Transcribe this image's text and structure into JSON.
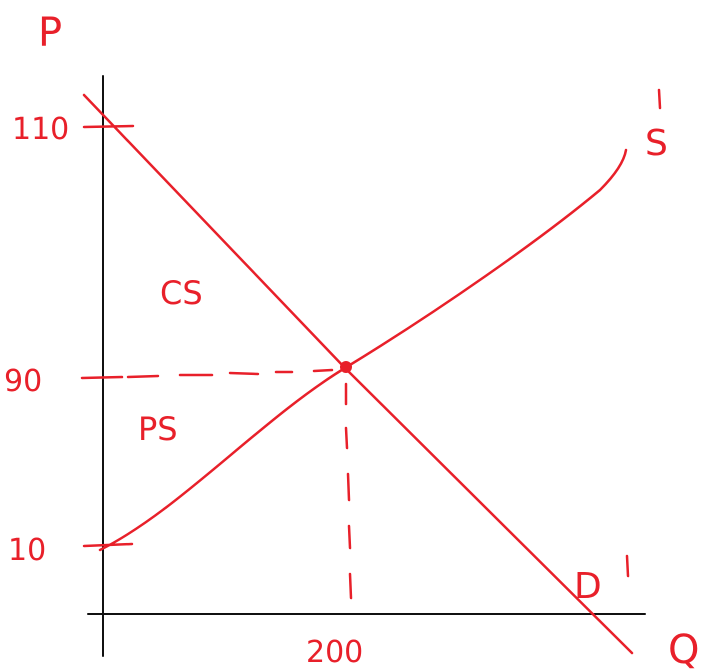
{
  "axes": {
    "y_label": "P",
    "x_label": "Q"
  },
  "ticks": {
    "p_110": "110",
    "p_90": "90",
    "p_10": "10",
    "q_200": "200"
  },
  "curves": {
    "supply_label": "S",
    "demand_label": "D"
  },
  "regions": {
    "consumer_surplus": "CS",
    "producer_surplus": "PS"
  },
  "equilibrium": {
    "price": 90,
    "quantity": 200
  },
  "colors": {
    "ink": "#e8202a",
    "axis": "#111111",
    "background": "#ffffff"
  }
}
